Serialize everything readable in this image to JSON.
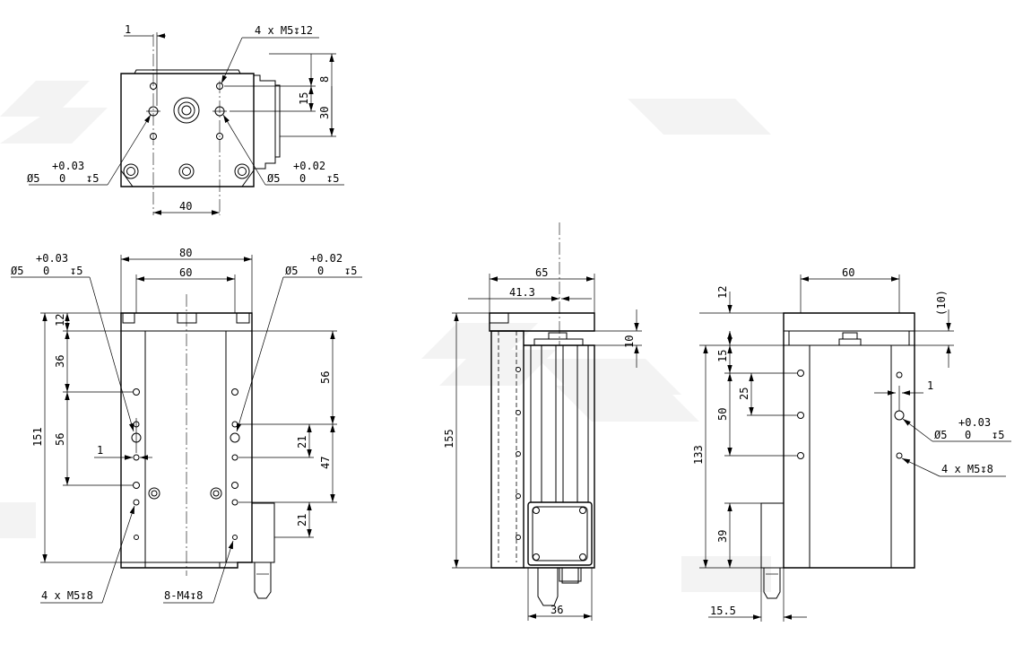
{
  "top_view": {
    "dim_offset": "1",
    "thread_callout": "4 x M5↧12",
    "dim_8": "8",
    "dim_15": "15",
    "dim_30": "30",
    "dim_40": "40",
    "left_pin": {
      "tol": "+0.03",
      "size": "Ø5",
      "zero": "0",
      "depth": "↧5"
    },
    "right_pin": {
      "tol": "+0.02",
      "size": "Ø5",
      "zero": "0",
      "depth": "↧5"
    }
  },
  "front_view": {
    "dim_80": "80",
    "dim_60": "60",
    "dim_12": "12",
    "dim_36": "36",
    "dim_56_left": "56",
    "dim_151": "151",
    "dim_1": "1",
    "dim_56_right": "56",
    "dim_21_top": "21",
    "dim_47": "47",
    "dim_21_bottom": "21",
    "left_pin": {
      "tol": "+0.03",
      "size": "Ø5",
      "zero": "0",
      "depth": "↧5"
    },
    "right_pin": {
      "tol": "+0.02",
      "size": "Ø5",
      "zero": "0",
      "depth": "↧5"
    },
    "callout_m5": "4 x M5↧8",
    "callout_m4": "8-M4↧8"
  },
  "side_view": {
    "dim_65": "65",
    "dim_41_3": "41.3",
    "dim_10": "10",
    "dim_155": "155",
    "dim_36": "36"
  },
  "rear_view": {
    "dim_60": "60",
    "dim_12": "12",
    "dim_10_ref": "(10)",
    "dim_15": "15",
    "dim_25": "25",
    "dim_50": "50",
    "dim_133": "133",
    "dim_39": "39",
    "dim_15_5": "15.5",
    "dim_1": "1",
    "pin": {
      "tol": "+0.03",
      "size": "Ø5",
      "zero": "0",
      "depth": "↧5"
    },
    "callout_m5": "4 x M5↧8"
  }
}
